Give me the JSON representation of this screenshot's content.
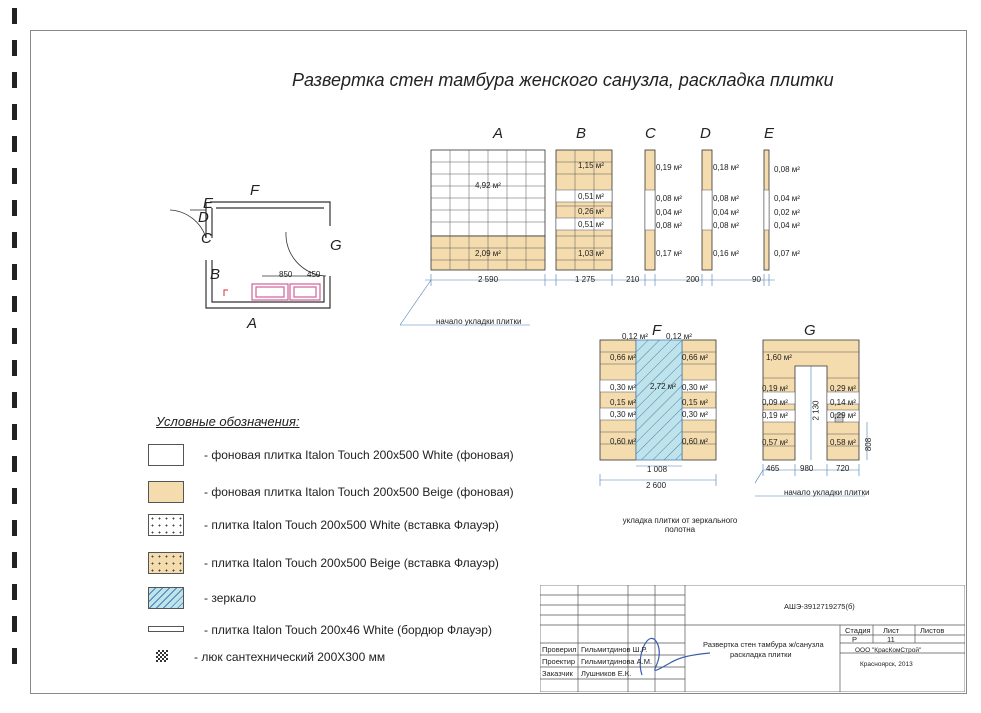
{
  "title": "Развертка стен  тамбура женского санузла, раскладка плитки",
  "plan": {
    "labels": [
      "F",
      "E",
      "D",
      "C",
      "G",
      "B",
      "A"
    ],
    "dims": [
      "850",
      "450"
    ]
  },
  "walls": {
    "A": {
      "label": "A",
      "areas": [
        "4,92 м²",
        "2,09 м²"
      ],
      "width": "2 590"
    },
    "B": {
      "label": "B",
      "areas": [
        "1,15 м²",
        "0,51 м²",
        "0,26 м²",
        "0,51 м²",
        "1,03 м²"
      ],
      "width": "1 275"
    },
    "C": {
      "label": "C",
      "areas": [
        "0,19 м²",
        "0,08 м²",
        "0,04 м²",
        "0,08 м²",
        "0,17 м²"
      ],
      "width": "210"
    },
    "D": {
      "label": "D",
      "areas": [
        "0,18 м²",
        "0,08 м²",
        "0,04 м²",
        "0,08 м²",
        "0,16 м²"
      ],
      "width": "200"
    },
    "E": {
      "label": "E",
      "areas": [
        "0,08 м²",
        "0,04 м²",
        "0,02 м²",
        "0,04 м²",
        "0,07 м²"
      ],
      "width": "90"
    },
    "F": {
      "label": "F",
      "top_left": "0,12 м²",
      "top_right": "0,12 м²",
      "left": [
        "0,66 м²",
        "0,30 м²",
        "0,15 м²",
        "0,30 м²",
        "0,60 м²"
      ],
      "right": [
        "0,66 м²",
        "0,30 м²",
        "0,15 м²",
        "0,30 м²",
        "0,60 м²"
      ],
      "mirror": "2,72 м²",
      "mirror_width": "1 008",
      "width": "2 600"
    },
    "G": {
      "label": "G",
      "top": "1,60 м²",
      "left": [
        "0,19 м²",
        "0,09 м²",
        "0,19 м²",
        "0,57 м²"
      ],
      "right": [
        "0,29 м²",
        "0,14 м²",
        "0,29 м²",
        "0,58 м²"
      ],
      "height": "2 130",
      "side": "808",
      "dims": [
        "465",
        "980",
        "720"
      ]
    }
  },
  "notes": {
    "start1": "начало укладки плитки",
    "start2": "начало укладки плитки",
    "mirror_note": "укладка плитки от зеркального полотна"
  },
  "legend": {
    "title": "Условные обозначения:",
    "items": [
      {
        "text": "- фоновая плитка Italon Touch 200x500 White (фоновая)",
        "color": "#ffffff"
      },
      {
        "text": "- фоновая плитка Italon Touch 200x500 Beige (фоновая)",
        "color": "#f5dcae"
      },
      {
        "text": "- плитка Italon Touch 200x500 White (вставка Флауэр)",
        "color": "#ffffff"
      },
      {
        "text": "- плитка Italon Touch 200x500 Beige (вставка Флауэр)",
        "color": "#f5dcae"
      },
      {
        "text": "- зеркало",
        "color": "#bfe3ea"
      },
      {
        "text": "- плитка Italon Touch 200x46 White (бордюр Флауэр)",
        "color": "#ffffff"
      },
      {
        "text": "- люк сантехнический 200Х300 мм",
        "color": "#ffffff"
      }
    ]
  },
  "titleblock": {
    "code": "АШЭ-3912719275(б)",
    "col_stage": "Стадия",
    "col_sheet": "Лист",
    "col_sheets": "Листов",
    "stage": "Р",
    "sheet": "11",
    "rows": [
      {
        "role": "Проверил",
        "name": "Гильмитдинов Ш.Р."
      },
      {
        "role": "Проектир",
        "name": "Гильмитдинова А.М."
      },
      {
        "role": "Заказчик",
        "name": "Лушников Е.К."
      }
    ],
    "desc_line1": "Развертка стен тамбура ж/санузла",
    "desc_line2": "раскладка плитки",
    "org": "ООО \"КрасКомСтрой\"",
    "city": "Красноярск, 2013"
  },
  "colors": {
    "beige": "#f5dcae",
    "mirror": "#bfe3ea",
    "line": "#333333",
    "pink": "#d0609a",
    "blue": "#4a7fb5"
  }
}
